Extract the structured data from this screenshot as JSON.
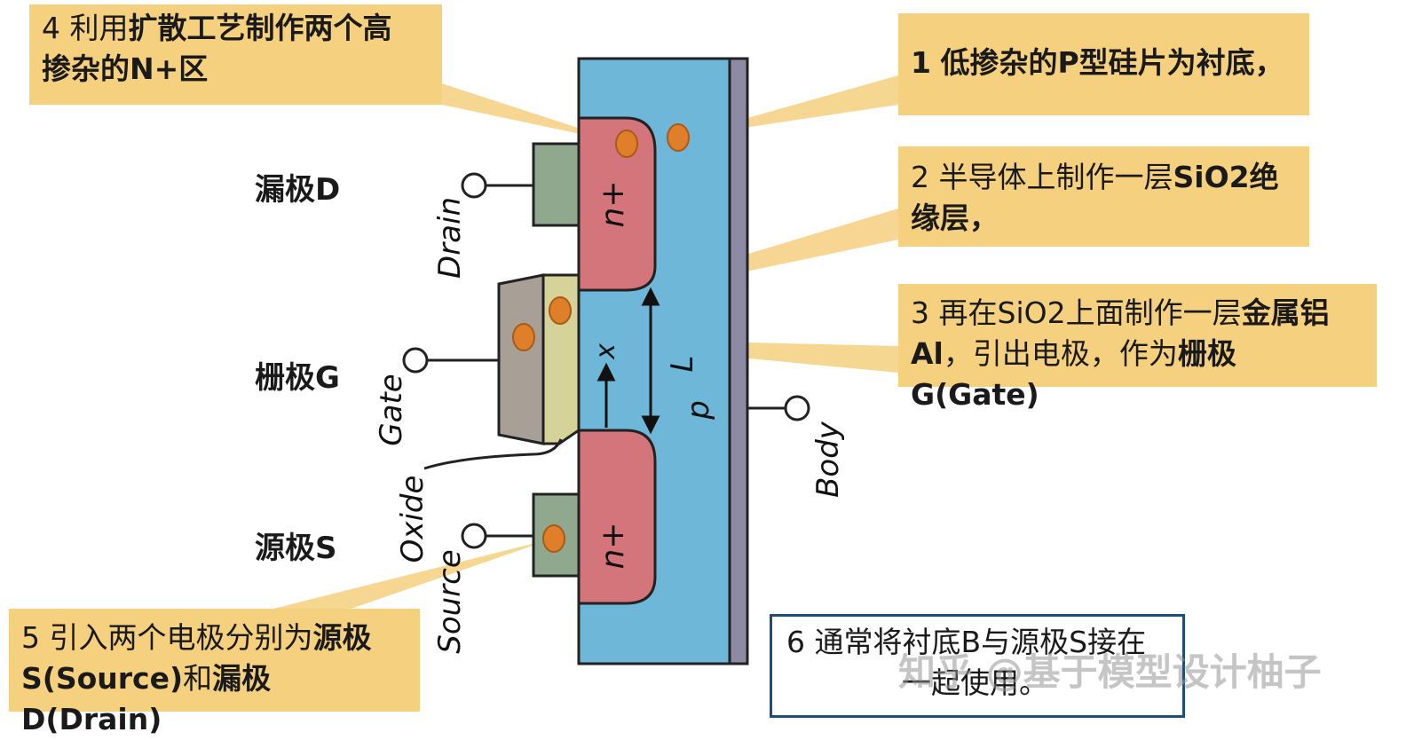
{
  "terminals": {
    "drain_zh": "漏极D",
    "gate_zh": "栅极G",
    "source_zh": "源极S",
    "drain_en": "Drain",
    "gate_en": "Gate",
    "source_en": "Source",
    "oxide_en": "Oxide",
    "body_en": "Body"
  },
  "device": {
    "n_plus_top": "n+",
    "n_plus_bottom": "n+",
    "p_label": "p",
    "l_label": "L",
    "x_label": "x"
  },
  "notes": {
    "note1": {
      "num": "1",
      "bold": "低掺杂的P型硅片为衬底，"
    },
    "note2": {
      "num": "2",
      "plain": "半导体上制作一层",
      "bold1": "SiO2绝",
      "bold2": "缘层，"
    },
    "note3": {
      "num": "3",
      "plain1": "再在SiO2上面制作一层",
      "bold1": "金属铝",
      "bold2": "Al",
      "plain2": "，引出电极，作为",
      "bold3": "栅极G(Gate)"
    },
    "note4": {
      "num": "4",
      "plain": "利用",
      "bold1": "扩散工艺制作两个高",
      "bold2": "掺杂的N+区"
    },
    "note5": {
      "num": "5",
      "plain": "引入两个电极分别为",
      "bold1": "源极",
      "bold2": "S(Source)",
      "plain2": "和",
      "bold3": "漏极D(Drain)"
    },
    "note6": {
      "line1": "6 通常将衬底B与源极S接在",
      "line2": "一起使用。"
    }
  },
  "watermark": "知乎 @基于模型设计柚子",
  "colors": {
    "substrate": "#6fb7d9",
    "n_plus": "#d4757b",
    "oxide": "#d6d39a",
    "gate_metal": "#a8a097",
    "contact": "#8fa88e",
    "body_strip": "#8e8aa3",
    "note_bg": "#f5d07f",
    "marker": "#e07f2a",
    "note6_border": "#1f4e79"
  }
}
